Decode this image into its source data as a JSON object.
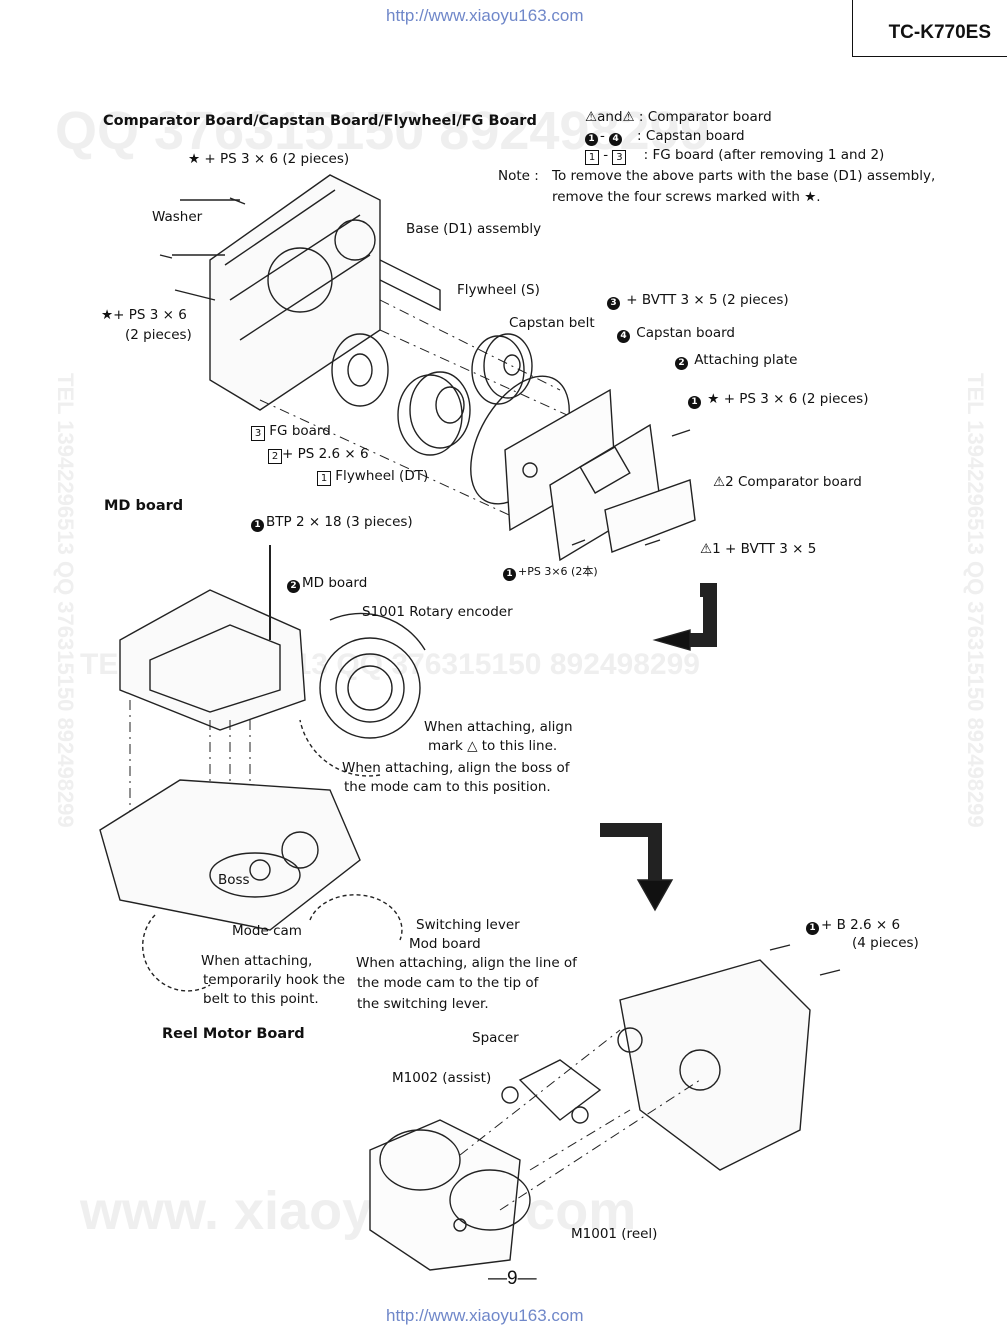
{
  "header": {
    "url_top": "http://www.xiaoyu163.com",
    "model": "TC-K770ES",
    "url_bottom": "http://www.xiaoyu163.com",
    "page_number": "—9—"
  },
  "watermarks": {
    "top": "QQ 376315150  892498299",
    "middle": "TEL 13942296513       QQ 376315150  892498299",
    "bottom": "www. xiaoyu163. com",
    "side": "TEL 13942296513  QQ 376315150  892498299"
  },
  "section1": {
    "title": "Comparator Board/Capstan Board/Flywheel/FG Board",
    "legend_1_sym": "and",
    "legend_1_txt": ":   Comparator board",
    "legend_2_sym": "-",
    "legend_2_txt": ":   Capstan board",
    "legend_3_txt": ":   FG board (after removing 1 and 2)",
    "note_label": "Note :",
    "note_line1": "To remove the above parts with the base (D1) assembly,",
    "note_line2": "remove the four screws marked with ★.",
    "labels": {
      "star_ps_top": "★ + PS  3 × 6  (2 pieces)",
      "washer": "Washer",
      "base_assembly": "Base (D1)   assembly",
      "flywheel_s": "Flywheel (S)",
      "capstan_belt": "Capstan  belt",
      "bvtt_3": "+ BVTT  3 × 5  (2 pieces)",
      "capstan_board": "Capstan  board",
      "attaching_plate": "Attaching  plate",
      "star_ps_right": "★ + PS  3 × 6  (2 pieces)",
      "star_ps_left_1": "★+ PS  3 × 6",
      "star_ps_left_2": "(2  pieces)",
      "fg_board": "FG  board",
      "ps_26": "+ PS  2.6 × 6",
      "flywheel_dt": "Flywheel  (DT)",
      "comparator_2": "2  Comparator  board",
      "bvtt_1": "1   + BVTT  3 × 5",
      "ps_2hon": "+PS  3×6  (2本)"
    }
  },
  "section2": {
    "title": "MD  board",
    "labels": {
      "btp": "BTP  2 × 18  (3  pieces)",
      "md_board": "MD  board",
      "s1001": "S1001  Rotary  encoder",
      "align_mark_1": "When  attaching,  align",
      "align_mark_2": "mark △  to  this  line.",
      "align_boss_1": "When  attaching,  align  the  boss  of",
      "align_boss_2": "the  mode  cam  to  this  position.",
      "boss": "Boss",
      "mode_cam": "Mode  cam",
      "switching_lever": "Switching  lever",
      "mod_board": "Mod  board",
      "hook_1": "When  attaching,",
      "hook_2": "temporarily  hook  the",
      "hook_3": "belt  to  this  point.",
      "line_1": "When  attaching,  align  the  line  of",
      "line_2": "the  mode  cam  to  the  tip  of",
      "line_3": "the  switching  lever."
    }
  },
  "section3": {
    "title": "Reel  Motor  Board",
    "labels": {
      "b26_1": "+ B  2.6 × 6",
      "b26_2": "(4  pieces)",
      "spacer": "Spacer",
      "m1002": "M1002  (assist)",
      "m1001": "M1001  (reel)"
    }
  }
}
